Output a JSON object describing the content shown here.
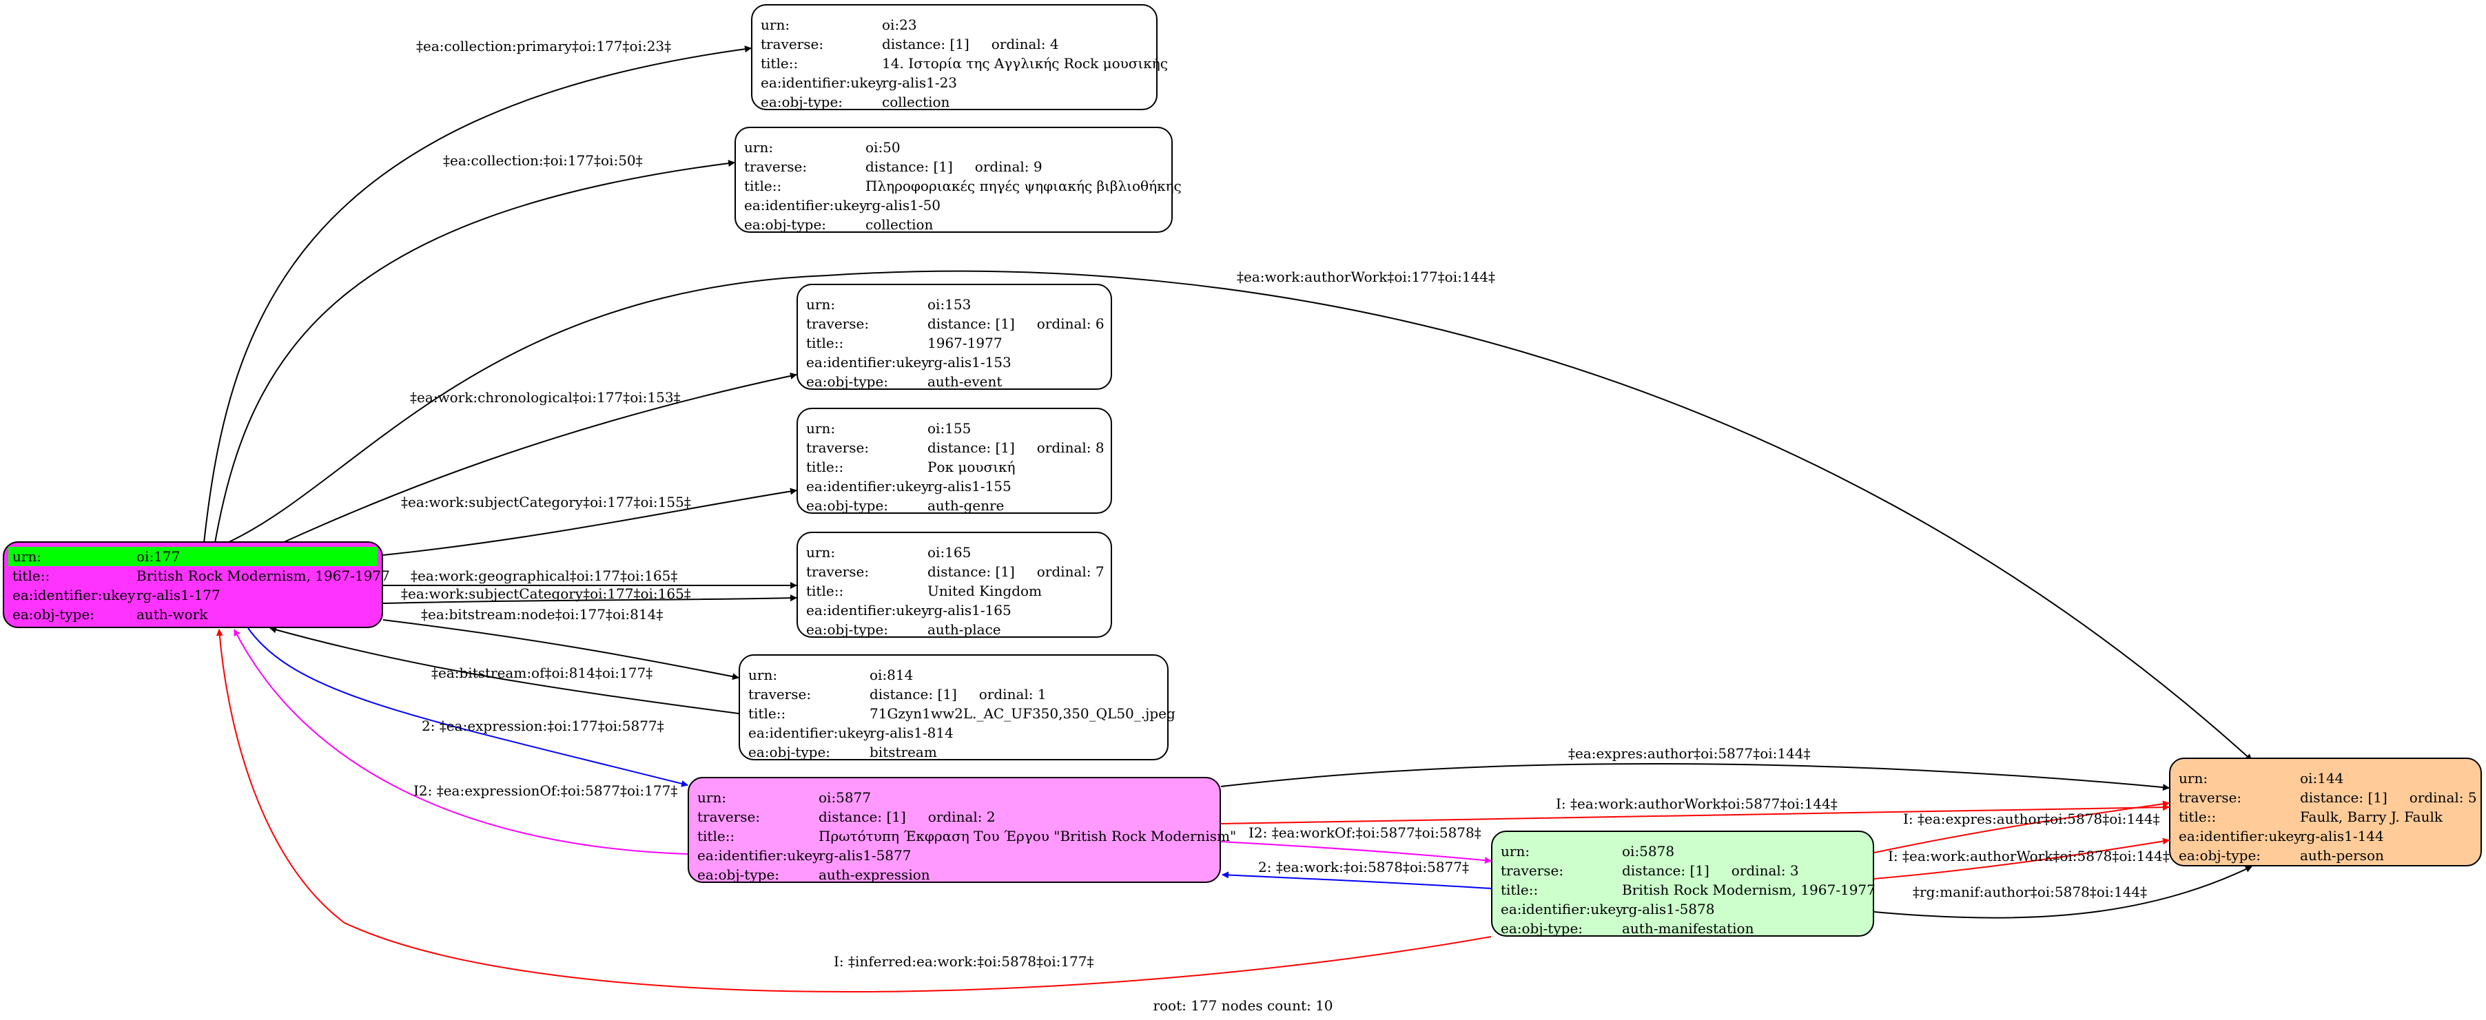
{
  "nodes": {
    "n177": {
      "urn_key": "urn:",
      "urn": "oi:177",
      "title_key": "title::",
      "title": "British Rock Modernism, 1967-1977",
      "ukey_key": "ea:identifier:ukey",
      "ukey": "rg-alis1-177",
      "type_key": "ea:obj-type:",
      "type": "auth-work",
      "fill": "#ff33ff"
    },
    "n23": {
      "urn_key": "urn:",
      "urn": "oi:23",
      "trav_key": "traverse:",
      "distance": "distance: [1]",
      "ordinal": "ordinal: 4",
      "title_key": "title::",
      "title": "14. Ιστορία της Αγγλικής Rock μουσικής",
      "ukey_key": "ea:identifier:ukey",
      "ukey": "rg-alis1-23",
      "type_key": "ea:obj-type:",
      "type": "collection",
      "fill": "#ffffff"
    },
    "n50": {
      "urn_key": "urn:",
      "urn": "oi:50",
      "trav_key": "traverse:",
      "distance": "distance: [1]",
      "ordinal": "ordinal: 9",
      "title_key": "title::",
      "title": "Πληροφοριακές πηγές ψηφιακής βιβλιοθήκης",
      "ukey_key": "ea:identifier:ukey",
      "ukey": "rg-alis1-50",
      "type_key": "ea:obj-type:",
      "type": "collection",
      "fill": "#ffffff"
    },
    "n153": {
      "urn_key": "urn:",
      "urn": "oi:153",
      "trav_key": "traverse:",
      "distance": "distance: [1]",
      "ordinal": "ordinal: 6",
      "title_key": "title::",
      "title": "1967-1977",
      "ukey_key": "ea:identifier:ukey",
      "ukey": "rg-alis1-153",
      "type_key": "ea:obj-type:",
      "type": "auth-event",
      "fill": "#ffffff"
    },
    "n155": {
      "urn_key": "urn:",
      "urn": "oi:155",
      "trav_key": "traverse:",
      "distance": "distance: [1]",
      "ordinal": "ordinal: 8",
      "title_key": "title::",
      "title": "Ροκ μουσική",
      "ukey_key": "ea:identifier:ukey",
      "ukey": "rg-alis1-155",
      "type_key": "ea:obj-type:",
      "type": "auth-genre",
      "fill": "#ffffff"
    },
    "n165": {
      "urn_key": "urn:",
      "urn": "oi:165",
      "trav_key": "traverse:",
      "distance": "distance: [1]",
      "ordinal": "ordinal: 7",
      "title_key": "title::",
      "title": "United Kingdom",
      "ukey_key": "ea:identifier:ukey",
      "ukey": "rg-alis1-165",
      "type_key": "ea:obj-type:",
      "type": "auth-place",
      "fill": "#ffffff"
    },
    "n814": {
      "urn_key": "urn:",
      "urn": "oi:814",
      "trav_key": "traverse:",
      "distance": "distance: [1]",
      "ordinal": "ordinal: 1",
      "title_key": "title::",
      "title": "71Gzyn1ww2L._AC_UF350,350_QL50_.jpeg",
      "ukey_key": "ea:identifier:ukey",
      "ukey": "rg-alis1-814",
      "type_key": "ea:obj-type:",
      "type": "bitstream",
      "fill": "#ffffff"
    },
    "n5877": {
      "urn_key": "urn:",
      "urn": "oi:5877",
      "trav_key": "traverse:",
      "distance": "distance: [1]",
      "ordinal": "ordinal: 2",
      "title_key": "title::",
      "title": "Πρωτότυπη Έκφραση Του Έργου \"British Rock Modernism\"",
      "ukey_key": "ea:identifier:ukey",
      "ukey": "rg-alis1-5877",
      "type_key": "ea:obj-type:",
      "type": "auth-expression",
      "fill": "#ff99ff"
    },
    "n5878": {
      "urn_key": "urn:",
      "urn": "oi:5878",
      "trav_key": "traverse:",
      "distance": "distance: [1]",
      "ordinal": "ordinal: 3",
      "title_key": "title::",
      "title": "British Rock Modernism, 1967-1977",
      "ukey_key": "ea:identifier:ukey",
      "ukey": "rg-alis1-5878",
      "type_key": "ea:obj-type:",
      "type": "auth-manifestation",
      "fill": "#ccffcc"
    },
    "n144": {
      "urn_key": "urn:",
      "urn": "oi:144",
      "trav_key": "traverse:",
      "distance": "distance: [1]",
      "ordinal": "ordinal: 5",
      "title_key": "title::",
      "title": "Faulk, Barry J. Faulk",
      "ukey_key": "ea:identifier:ukey",
      "ukey": "rg-alis1-144",
      "type_key": "ea:obj-type:",
      "type": "auth-person",
      "fill": "#ffcc99"
    }
  },
  "edges": [
    {
      "label": "‡ea:collection:primary‡oi:177‡oi:23‡",
      "color": "#000000"
    },
    {
      "label": "‡ea:collection:‡oi:177‡oi:50‡",
      "color": "#000000"
    },
    {
      "label": "‡ea:work:authorWork‡oi:177‡oi:144‡",
      "color": "#000000"
    },
    {
      "label": "‡ea:work:chronological‡oi:177‡oi:153‡",
      "color": "#000000"
    },
    {
      "label": "‡ea:work:subjectCategory‡oi:177‡oi:155‡",
      "color": "#000000"
    },
    {
      "label": "‡ea:work:geographical‡oi:177‡oi:165‡",
      "color": "#000000"
    },
    {
      "label": "‡ea:work:subjectCategory‡oi:177‡oi:165‡",
      "color": "#000000"
    },
    {
      "label": "‡ea:bitstream:node‡oi:177‡oi:814‡",
      "color": "#000000"
    },
    {
      "label": "‡ea:bitstream:of‡oi:814‡oi:177‡",
      "color": "#000000"
    },
    {
      "label": "2: ‡ea:expression:‡oi:177‡oi:5877‡",
      "color": "#0000ff"
    },
    {
      "label": "I2: ‡ea:expressionOf:‡oi:5877‡oi:177‡",
      "color": "#ff00ff"
    },
    {
      "label": "‡ea:expres:author‡oi:5877‡oi:144‡",
      "color": "#000000"
    },
    {
      "label": "I: ‡ea:work:authorWork‡oi:5877‡oi:144‡",
      "color": "#ff0000"
    },
    {
      "label": "I2: ‡ea:workOf:‡oi:5877‡oi:5878‡",
      "color": "#ff00ff"
    },
    {
      "label": "2: ‡ea:work:‡oi:5878‡oi:5877‡",
      "color": "#0000ff"
    },
    {
      "label": "I: ‡ea:expres:author‡oi:5878‡oi:144‡",
      "color": "#ff0000"
    },
    {
      "label": "I: ‡ea:work:authorWork‡oi:5878‡oi:144‡",
      "color": "#ff0000"
    },
    {
      "label": "‡rg:manif:author‡oi:5878‡oi:144‡",
      "color": "#000000"
    },
    {
      "label": "I: ‡inferred:ea:work:‡oi:5878‡oi:177‡",
      "color": "#ff0000"
    }
  ],
  "caption": "root: 177 nodes count: 10",
  "colors": {
    "root_highlight": "#00ff00"
  }
}
